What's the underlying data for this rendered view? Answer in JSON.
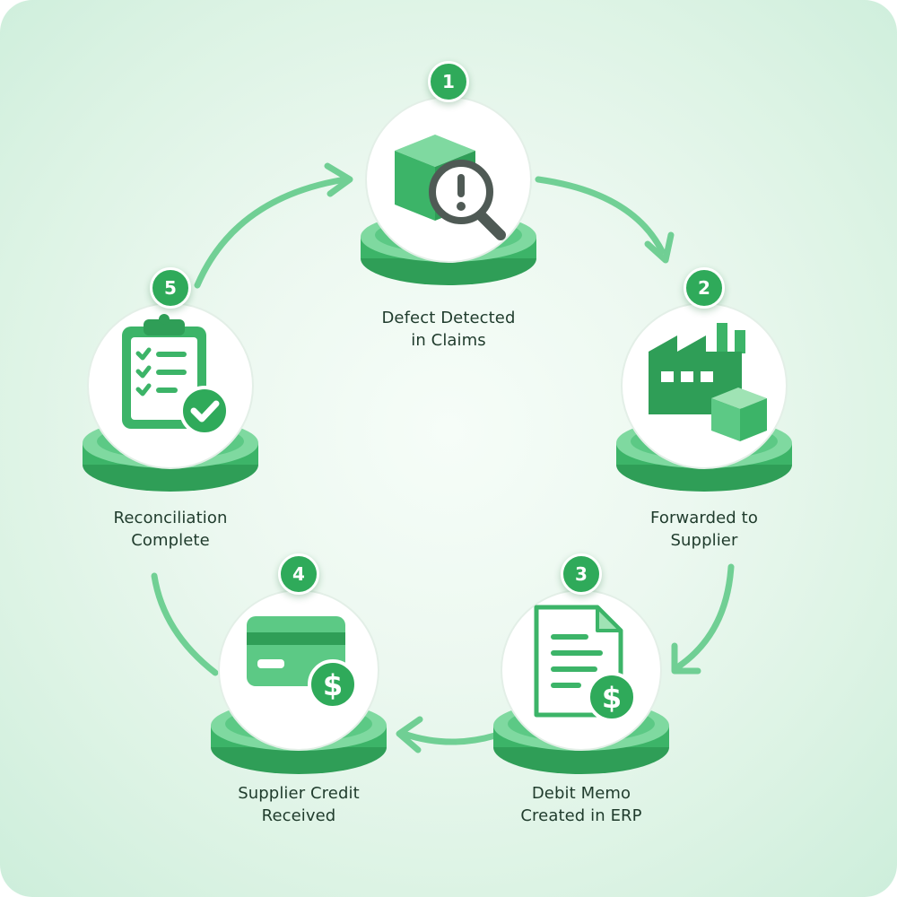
{
  "colors": {
    "accent": "#2faa5a",
    "accent_dark": "#238a48",
    "accent_light": "#6cd38f",
    "text": "#1f3b2c",
    "background": "#e6f6ec"
  },
  "steps": [
    {
      "number": "1",
      "icon": "box-magnifier-alert-icon",
      "label_line1": "Defect Detected",
      "label_line2": "in Claims"
    },
    {
      "number": "2",
      "icon": "factory-box-icon",
      "label_line1": "Forwarded to",
      "label_line2": "Supplier"
    },
    {
      "number": "3",
      "icon": "document-dollar-icon",
      "label_line1": "Debit Memo",
      "label_line2": "Created in ERP"
    },
    {
      "number": "4",
      "icon": "credit-card-dollar-icon",
      "label_line1": "Supplier Credit",
      "label_line2": "Received"
    },
    {
      "number": "5",
      "icon": "clipboard-check-icon",
      "label_line1": "Reconciliation",
      "label_line2": "Complete"
    }
  ]
}
